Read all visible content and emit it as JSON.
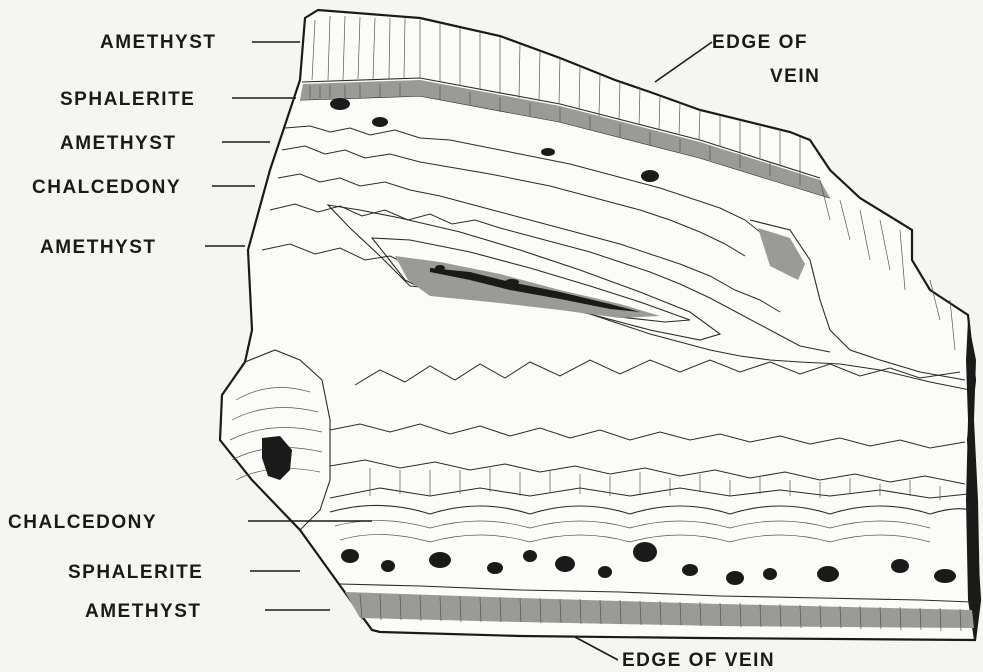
{
  "labels": {
    "left": [
      {
        "text": "AMETHYST"
      },
      {
        "text": "SPHALERITE"
      },
      {
        "text": "AMETHYST"
      },
      {
        "text": "CHALCEDONY"
      },
      {
        "text": "AMETHYST"
      },
      {
        "text": "CHALCEDONY"
      },
      {
        "text": "SPHALERITE"
      },
      {
        "text": "AMETHYST"
      }
    ],
    "edge_top": {
      "line1": "EDGE OF",
      "line2": "VEIN"
    },
    "edge_bottom": {
      "text": "EDGE OF VEIN"
    }
  }
}
